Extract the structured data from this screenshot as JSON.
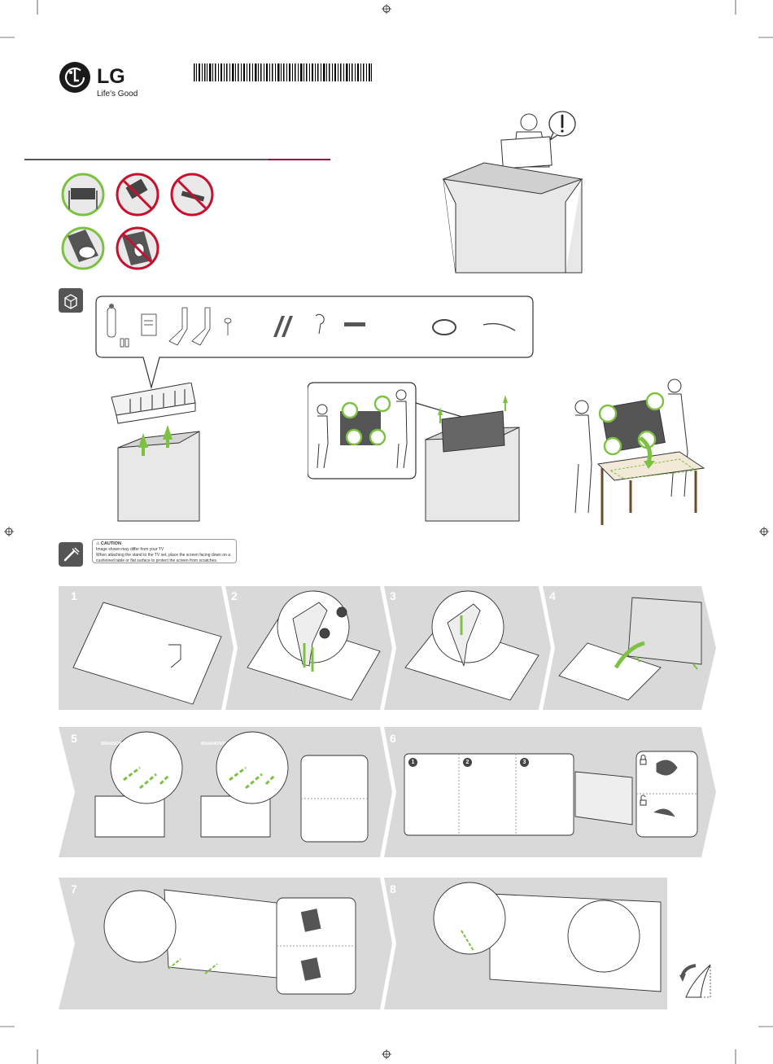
{
  "brand": {
    "name": "LG",
    "slogan": "Life's Good"
  },
  "barcode_text": "",
  "caution": {
    "title": "CAUTION",
    "line1": "Image shown may differ from your TV",
    "line2": "When attaching the stand to the TV set, place the screen facing down on a cushioned table or flat surface to protect the screen from scratches."
  },
  "steps": [
    "1",
    "2",
    "3",
    "4",
    "5",
    "6",
    "7",
    "8"
  ],
  "sub_steps_6": [
    "1",
    "2",
    "3"
  ],
  "step5_labels": [
    "55NANO90*",
    "65NANO90*"
  ],
  "colors": {
    "accent": "#a50034",
    "ok_green": "#7dc142",
    "no_red": "#c8102e",
    "banner_gray": "#d9d9d9",
    "line_gray": "#555555"
  },
  "icons": [
    "lg-logo-icon",
    "exclamation-icon",
    "box-icon",
    "tool-icon",
    "registration-mark-icon",
    "page-turn-icon",
    "lock-icon",
    "unlock-icon"
  ]
}
